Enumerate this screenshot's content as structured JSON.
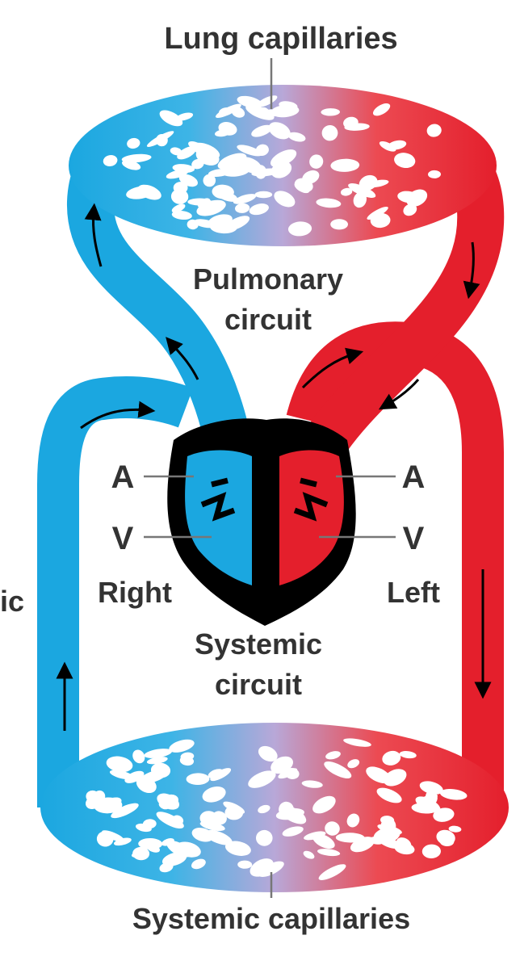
{
  "labels": {
    "lung_capillaries": "Lung capillaries",
    "pulmonary_circuit_line1": "Pulmonary",
    "pulmonary_circuit_line2": "circuit",
    "systemic_circuit_line1": "Systemic",
    "systemic_circuit_line2": "circuit",
    "systemic_capillaries": "Systemic capillaries",
    "right_atrium": "A",
    "right_ventricle": "V",
    "left_atrium": "A",
    "left_ventricle": "V",
    "right_side": "Right",
    "left_side": "Left",
    "cropped_text": "ic"
  },
  "colors": {
    "deoxygenated": "#1ba7e0",
    "oxygenated": "#e41f2c",
    "capillary_mix": "#b8a8d8",
    "heart_outline": "#000000",
    "text": "#333333"
  }
}
